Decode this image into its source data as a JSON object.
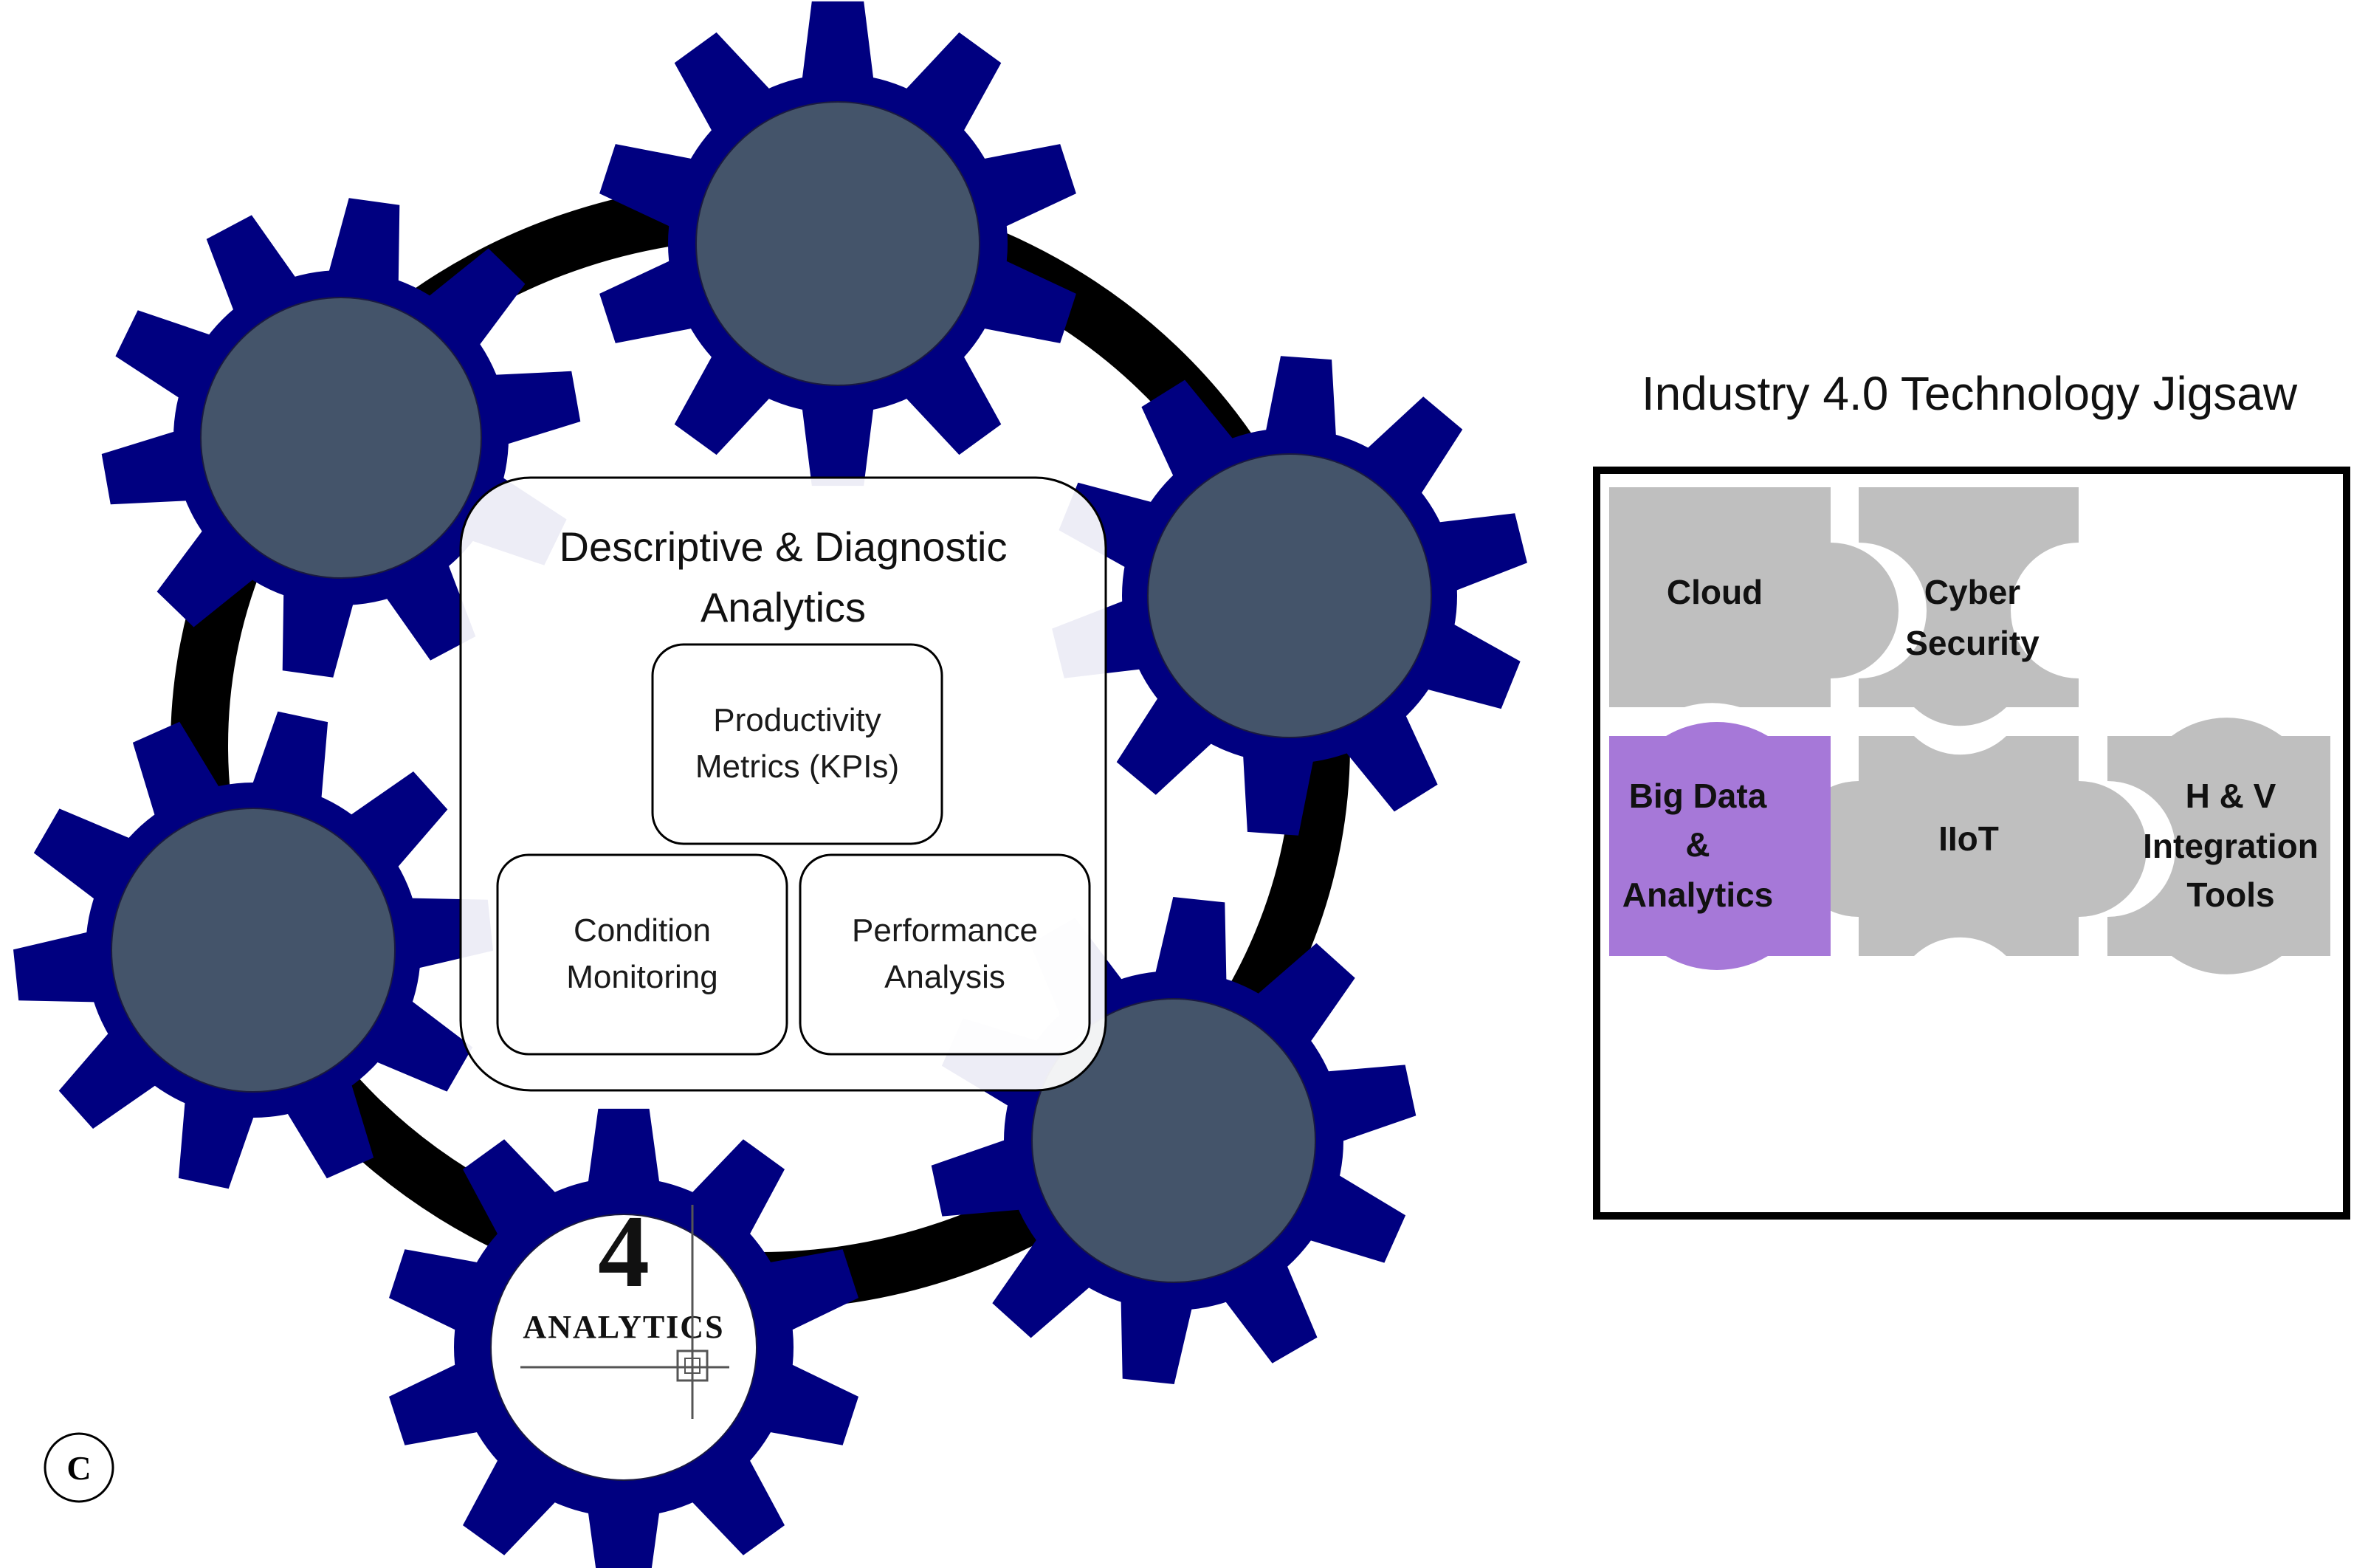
{
  "panel_label": "C",
  "gears": {
    "outer_color": "#000080",
    "hub_color": "#44546A",
    "ring_color": "#000000",
    "logo": {
      "number": "4",
      "word": "ANALYTICS"
    }
  },
  "analytics_box": {
    "title_line1": "Descriptive & Diagnostic",
    "title_line2": "Analytics",
    "items": [
      {
        "line1": "Productivity",
        "line2": "Metrics (KPIs)"
      },
      {
        "line1": "Condition",
        "line2": "Monitoring"
      },
      {
        "line1": "Performance",
        "line2": "Analysis"
      }
    ]
  },
  "jigsaw": {
    "title": "Industry 4.0 Technology Jigsaw",
    "piece_color": "#BFBFBF",
    "highlight_color": "#A678D8",
    "pieces": {
      "cloud": {
        "line1": "Cloud"
      },
      "cyber": {
        "line1": "Cyber",
        "line2": "Security"
      },
      "bigdata": {
        "line1": "Big Data",
        "line2": "&",
        "line3": "Analytics"
      },
      "iiot": {
        "line1": "IIoT"
      },
      "hv": {
        "line1": "H & V",
        "line2": "Integration",
        "line3": "Tools"
      }
    }
  }
}
